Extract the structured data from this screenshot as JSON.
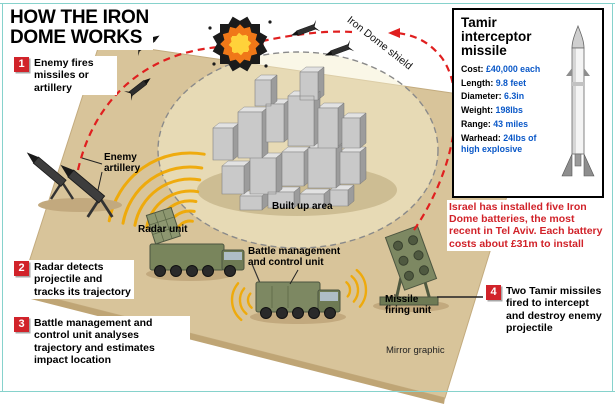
{
  "colors": {
    "accent_red": "#d1232a",
    "trajectory_red": "#e01f1f",
    "value_blue": "#0a58c8",
    "ground_tan": "#d8c49a",
    "military_green": "#7d8862",
    "radar_wave_yellow": "#f0a800",
    "frame_teal": "#86d2cc"
  },
  "title": {
    "line1": "HOW THE IRON",
    "line2": "DOME WORKS"
  },
  "steps": [
    {
      "num": "1",
      "text": "Enemy fires missiles or artillery"
    },
    {
      "num": "2",
      "text": "Radar detects projectile and tracks its trajectory"
    },
    {
      "num": "3",
      "text": "Battle management and control unit analyses trajectory and estimates impact location"
    },
    {
      "num": "4",
      "text": "Two Tamir missiles fired to intercept and destroy enemy projectile"
    }
  ],
  "labels": {
    "iron_dome_shield": "Iron Dome shield",
    "enemy_artillery": "Enemy artillery",
    "built_up_area": "Built up area",
    "radar_unit": "Radar unit",
    "battle_unit": "Battle management and control unit",
    "missile_unit": "Missile firing unit",
    "credit": "Mirror graphic"
  },
  "panel": {
    "title": "Tamir interceptor missile",
    "specs": [
      {
        "label": "Cost:",
        "value": "£40,000 each"
      },
      {
        "label": "Length:",
        "value": "9.8 feet"
      },
      {
        "label": "Diameter:",
        "value": "6.3in"
      },
      {
        "label": "Weight:",
        "value": "198lbs"
      },
      {
        "label": "Range:",
        "value": "43 miles"
      },
      {
        "label": "Warhead:",
        "value": "24lbs of high explosive"
      }
    ]
  },
  "note": "Israel has installed five Iron Dome batteries, the most recent in Tel Aviv. Each battery costs about £31m to install"
}
